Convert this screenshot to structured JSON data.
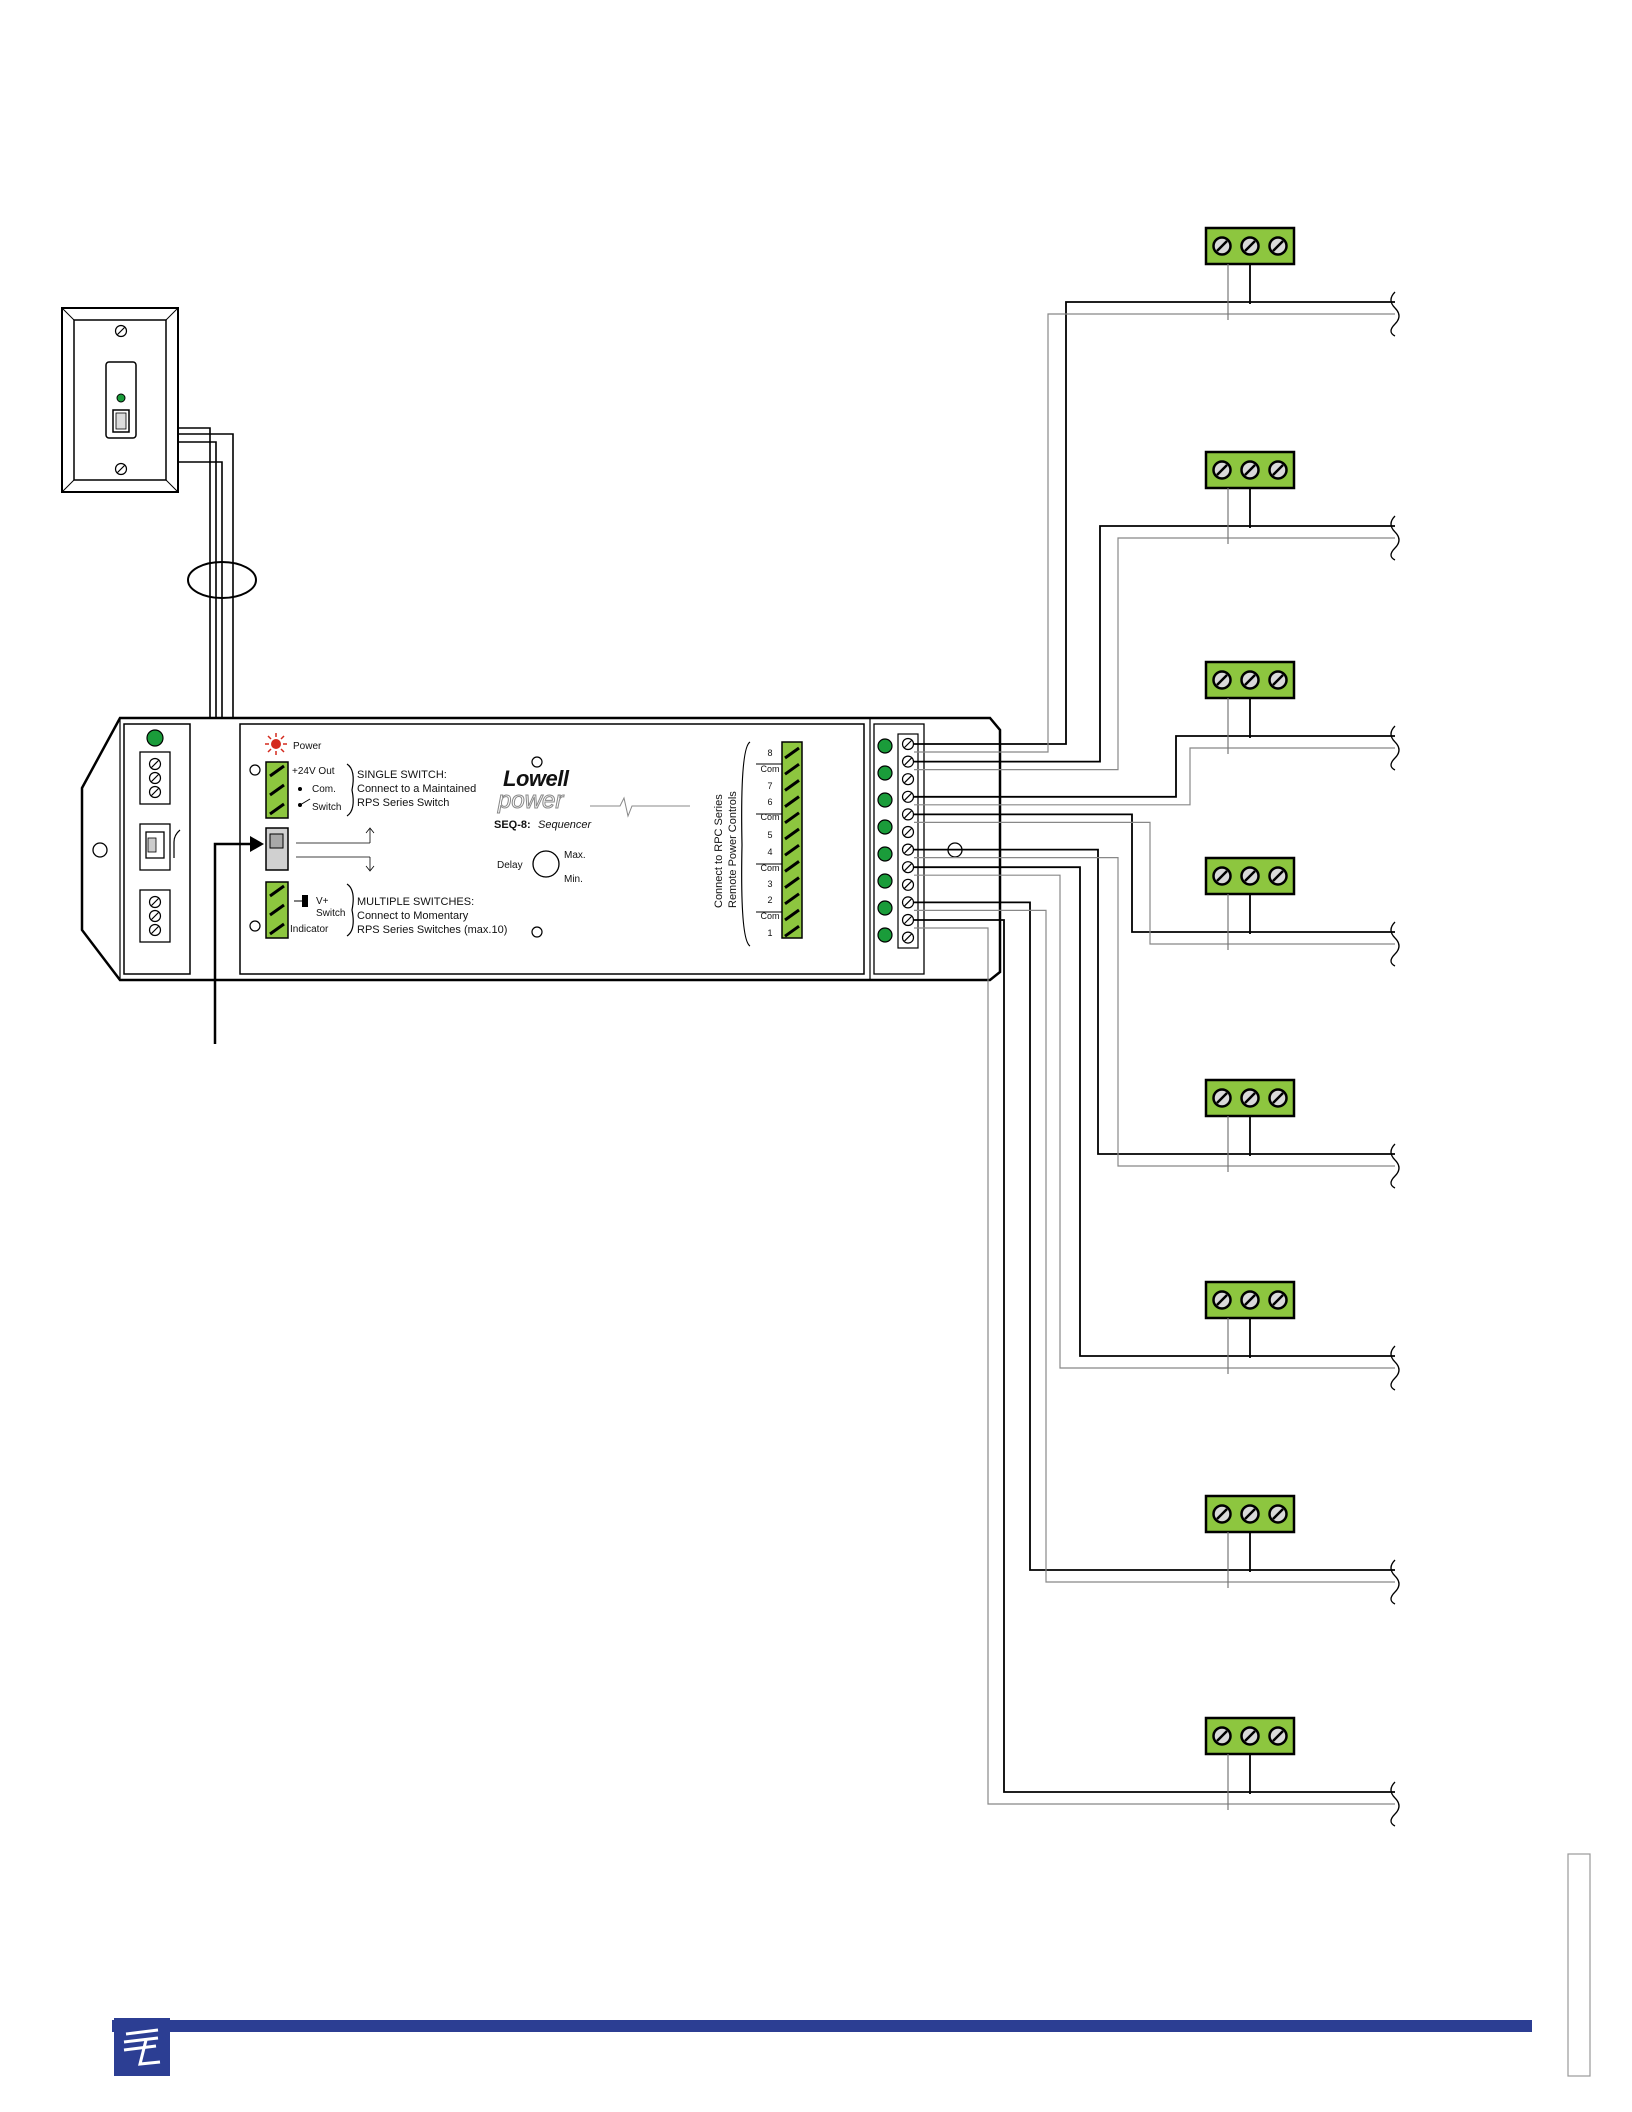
{
  "device": {
    "brand": "Lowell",
    "brand_sub": "power",
    "model": "SEQ-8:",
    "model_desc": "Sequencer",
    "power_label": "Power",
    "single_switch": {
      "terminals": [
        "+24V Out",
        "Com.",
        "Switch"
      ],
      "lines": [
        "SINGLE SWITCH:",
        "Connect to a Maintained",
        "RPS Series Switch"
      ]
    },
    "multiple_switches": {
      "terminals": [
        "V+",
        "Switch",
        "Indicator"
      ],
      "lines": [
        "MULTIPLE SWITCHES:",
        "Connect to Momentary",
        "RPS Series Switches (max.10)"
      ]
    },
    "delay": {
      "label": "Delay",
      "max": "Max.",
      "min": "Min."
    },
    "channel_labels": [
      "8",
      "Com",
      "7",
      "6",
      "Com",
      "5",
      "4",
      "Com",
      "3",
      "2",
      "Com",
      "1"
    ],
    "vertical_text": [
      "Connect to RPC Series",
      "Remote Power Controls"
    ]
  },
  "remote_power_controls": {
    "count": 8
  },
  "colors": {
    "terminal_green": "#8dc63f",
    "led_green": "#1a9c3a",
    "led_red": "#d42a1e",
    "footer_bar": "#2c3e93"
  },
  "footer": {
    "logo": "lowell-logo-icon"
  }
}
